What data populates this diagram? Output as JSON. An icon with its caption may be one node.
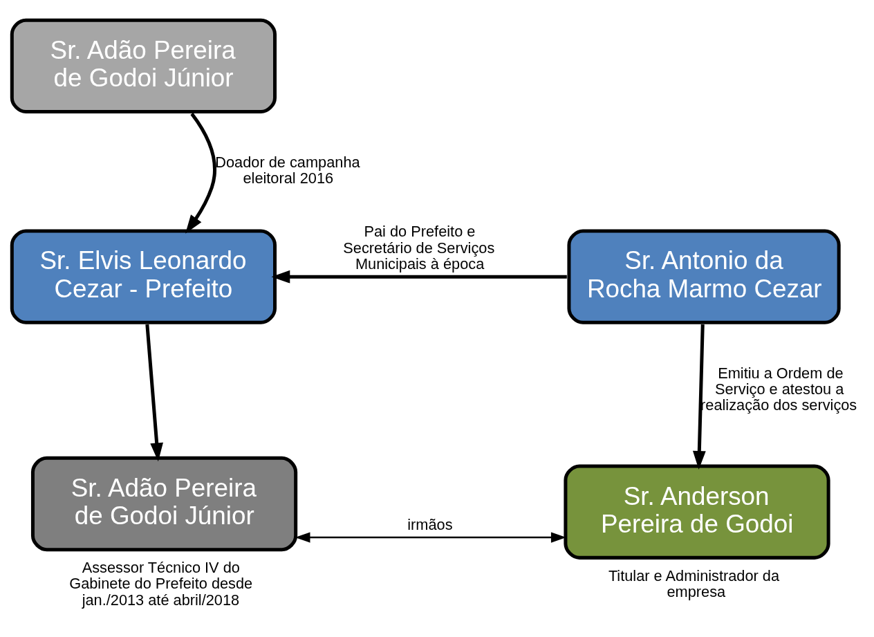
{
  "diagram": {
    "nodes": [
      {
        "text": [
          "Sr. Adão Pereira de Godoi Júnior"
        ]
      },
      {
        "text": [
          "Sr. Elvis Leonardo Cezar - Prefeito"
        ]
      },
      {
        "text": [
          "Sr. Antonio da Rocha Marmo Cezar"
        ]
      },
      {
        "text": [
          "Sr. Adão Pereira de Godoi Júnior"
        ],
        "beside": [
          "Assessor Técnico IV do Gabinete do Prefeito desde jan./2013 até abril/2018"
        ]
      },
      {
        "text": [
          "Sr. Anderson Pereira de Godoi"
        ],
        "beside": [
          "Titular e Administrador da empresa"
        ]
      }
    ],
    "edges": [
      {
        "from": 0,
        "to": 1,
        "arrow": "to",
        "label": "Doador de campanha eleitoral 2016"
      },
      {
        "from": 2,
        "to": 1,
        "arrow": "to",
        "label": "Pai do Prefeito e Secretário de Serviços Municipais à época"
      },
      {
        "from": 1,
        "to": 3,
        "arrow": "to"
      },
      {
        "from": 2,
        "to": 4,
        "arrow": "to",
        "label": "Emitiu a Ordem de Serviço e atestou a realização dos serviços"
      },
      {
        "from": 3,
        "to": 4,
        "arrow": "both",
        "label": "irmãos"
      }
    ]
  }
}
